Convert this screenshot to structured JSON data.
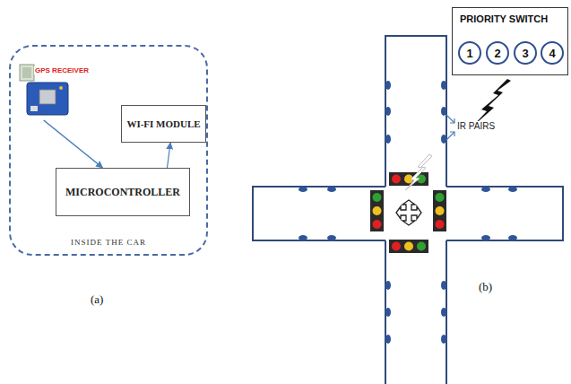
{
  "diagram": {
    "nodes": [
      {
        "text": [
          "INSIDE THE CAR"
        ]
      },
      {
        "text": [
          "GPS RECEIVER"
        ],
        "in": 0
      },
      {
        "text": [
          "WI-FI MODULE"
        ],
        "in": 0
      },
      {
        "text": [
          "MICROCONTROLLER"
        ],
        "in": 0
      },
      {
        "text": [
          "PRIORITY SWITCH"
        ]
      },
      {
        "text": [
          "1"
        ],
        "in": 4
      },
      {
        "text": [
          "2"
        ],
        "in": 4
      },
      {
        "text": [
          "3"
        ],
        "in": 4
      },
      {
        "text": [
          "4"
        ],
        "in": 4
      }
    ],
    "edges": [
      {
        "from": 1,
        "to": 3,
        "arrow": "to"
      },
      {
        "from": 3,
        "to": 2,
        "arrow": "to"
      }
    ],
    "labels": [
      "(a)",
      "IR PAIRS",
      "(b)"
    ]
  }
}
